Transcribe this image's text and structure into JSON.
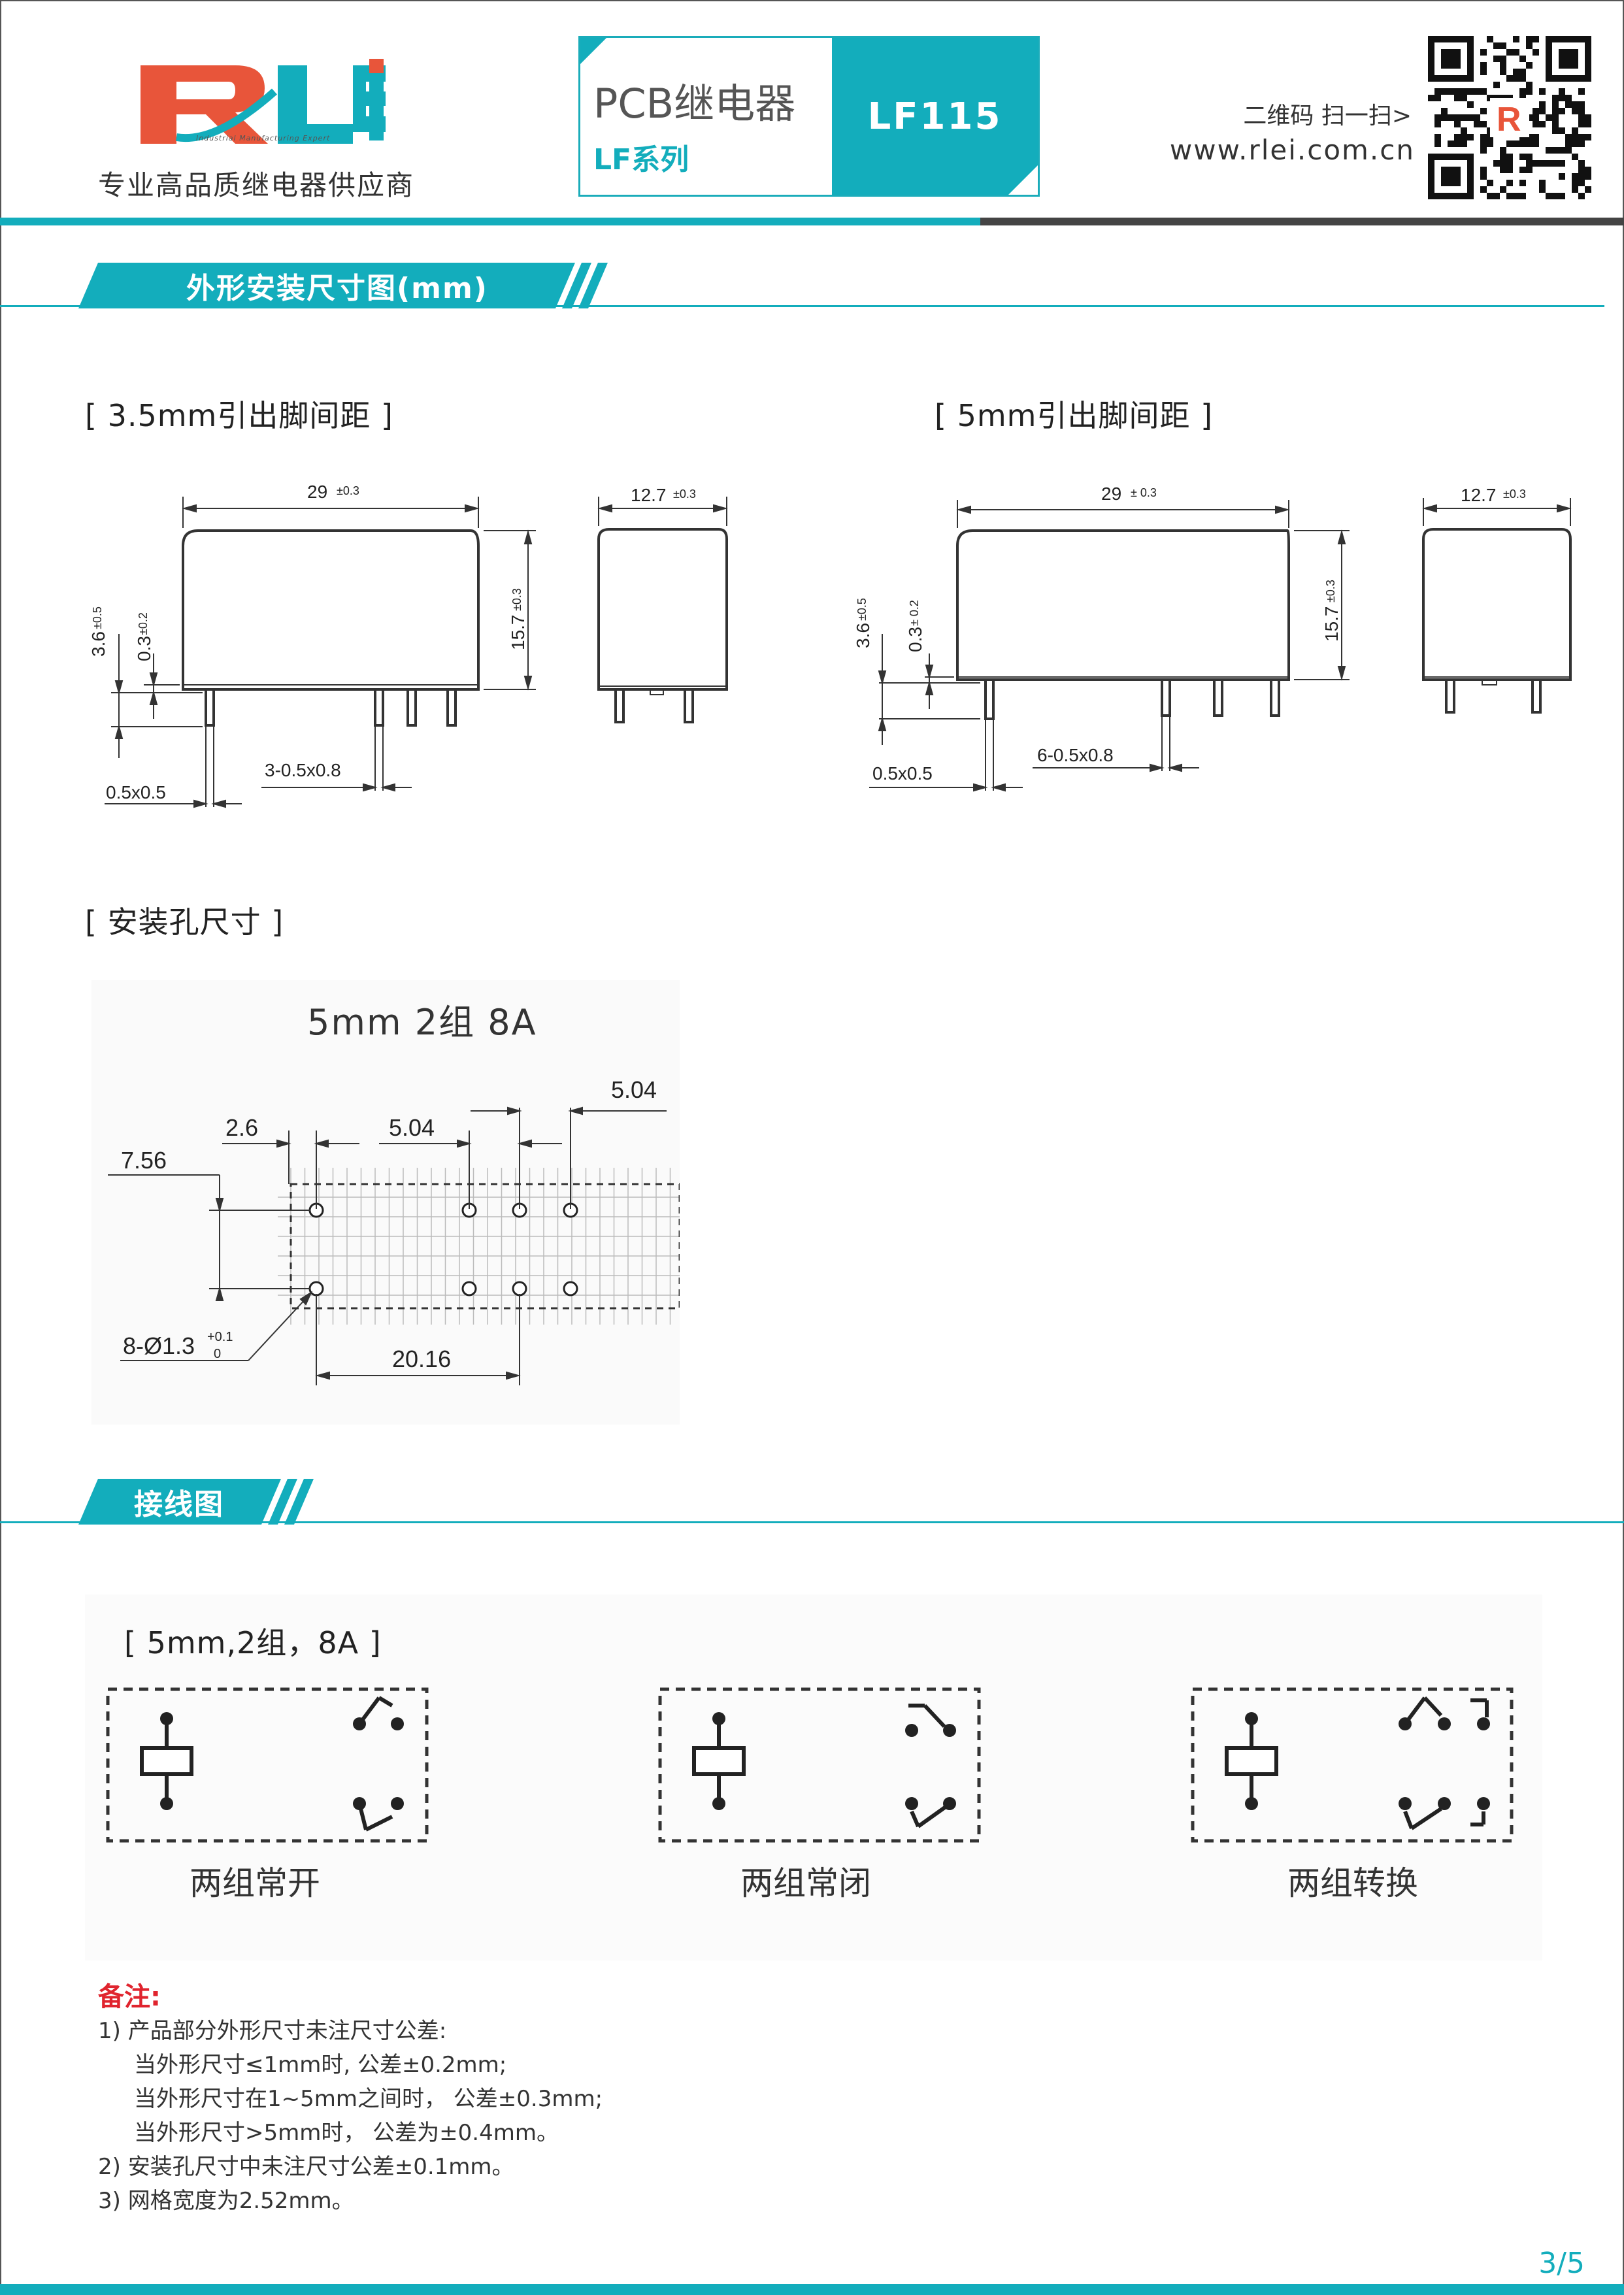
{
  "header": {
    "logo_text": "RLEi",
    "logo_subtitle": "Industrial Manufacturing Expert",
    "logo_tagline": "专业高品质继电器供应商",
    "product_type": "PCB继电器",
    "series": "LF系列",
    "model": "LF115",
    "qr_label": "二维码 扫一扫>",
    "website": "www.rlei.com.cn"
  },
  "section1": {
    "title": "外形安装尺寸图(mm)",
    "pitch35": {
      "label": "[ 3.5mm引出脚间距 ]",
      "width_dim": "29",
      "width_tol": "±0.3",
      "height_dim": "15.7",
      "height_tol": "±0.3",
      "pin_len": "3.6",
      "pin_len_tol": "±0.5",
      "standoff": "0.3",
      "standoff_tol": "±0.2",
      "pin_a": "0.5x0.5",
      "pin_b": "3-0.5x0.8",
      "side_width": "12.7",
      "side_tol": "±0.3"
    },
    "pitch5": {
      "label": "[ 5mm引出脚间距 ]",
      "width_dim": "29",
      "width_tol": "± 0.3",
      "height_dim": "15.7",
      "height_tol": "±0.3",
      "pin_len": "3.6",
      "pin_len_tol": "±0.5",
      "standoff": "0.3",
      "standoff_tol": "± 0.2",
      "pin_a": "0.5x0.5",
      "pin_b": "6-0.5x0.8",
      "side_width": "12.7",
      "side_tol": "±0.3"
    },
    "hole": {
      "label": "[ 安装孔尺寸 ]",
      "title": "5mm  2组  8A",
      "d_504_top": "5.04",
      "d_26": "2.6",
      "d_504": "5.04",
      "d_756": "7.56",
      "d_hole": "8-Ø1.3",
      "d_hole_tol_up": "+0.1",
      "d_hole_tol_dn": "0",
      "d_2016": "20.16"
    }
  },
  "section2": {
    "title": "接线图",
    "label": "[ 5mm,2组，8A ]",
    "diagrams": [
      "两组常开",
      "两组常闭",
      "两组转换"
    ]
  },
  "notes": {
    "heading": "备注:",
    "lines": [
      "1) 产品部分外形尺寸未注尺寸公差:",
      "当外形尺寸≤1mm时, 公差±0.2mm;",
      "当外形尺寸在1~5mm之间时， 公差±0.3mm;",
      "当外形尺寸>5mm时， 公差为±0.4mm。",
      "2) 安装孔尺寸中未注尺寸公差±0.1mm。",
      "3) 网格宽度为2.52mm。"
    ]
  },
  "footer": {
    "page": "3/5"
  },
  "colors": {
    "accent": "#13adbc",
    "brand_red": "#e8553a",
    "note_red": "#e0242e"
  }
}
